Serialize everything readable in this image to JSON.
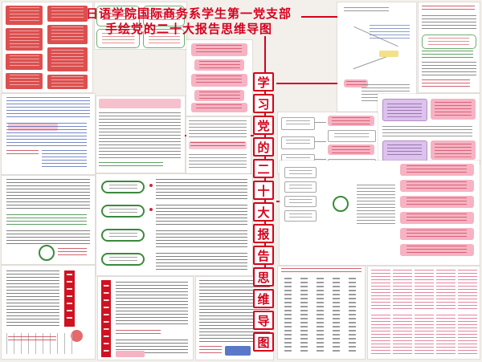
{
  "poster": {
    "title_line1": "日语学院国际商务系学生第一党支部",
    "title_line2": "手绘党的二十大报告思维导图",
    "accent_color": "#d6001c",
    "banner_chars": [
      "学",
      "习",
      "党",
      "的",
      "二",
      "十",
      "大",
      "报",
      "告",
      "思",
      "维",
      "导",
      "图"
    ]
  }
}
